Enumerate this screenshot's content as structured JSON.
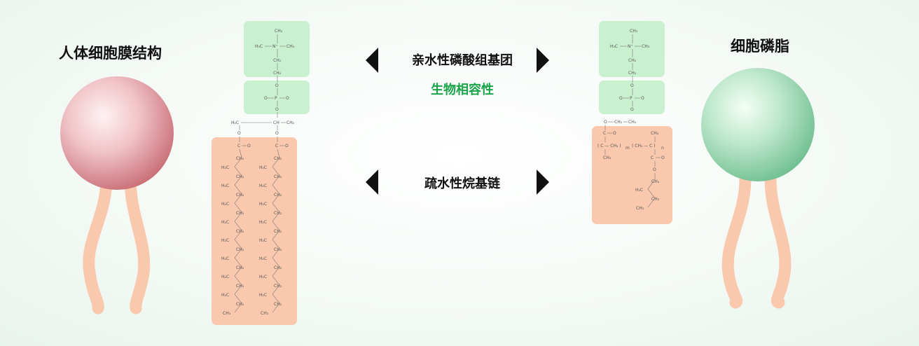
{
  "left_title": "人体细胞膜结构",
  "right_title": "细胞磷脂",
  "center": {
    "hydrophilic_label": "亲水性磷酸组基团",
    "biocompat_label": "生物相容性",
    "hydrophobic_label": "疏水性烷基链"
  },
  "colors": {
    "left_sphere": "#d8868c",
    "right_sphere": "#8fd1a8",
    "tail": "#f9c8ad",
    "green_box": "#c9f0cf",
    "orange_box": "#f9c8ad",
    "accent": "#19a44a"
  }
}
